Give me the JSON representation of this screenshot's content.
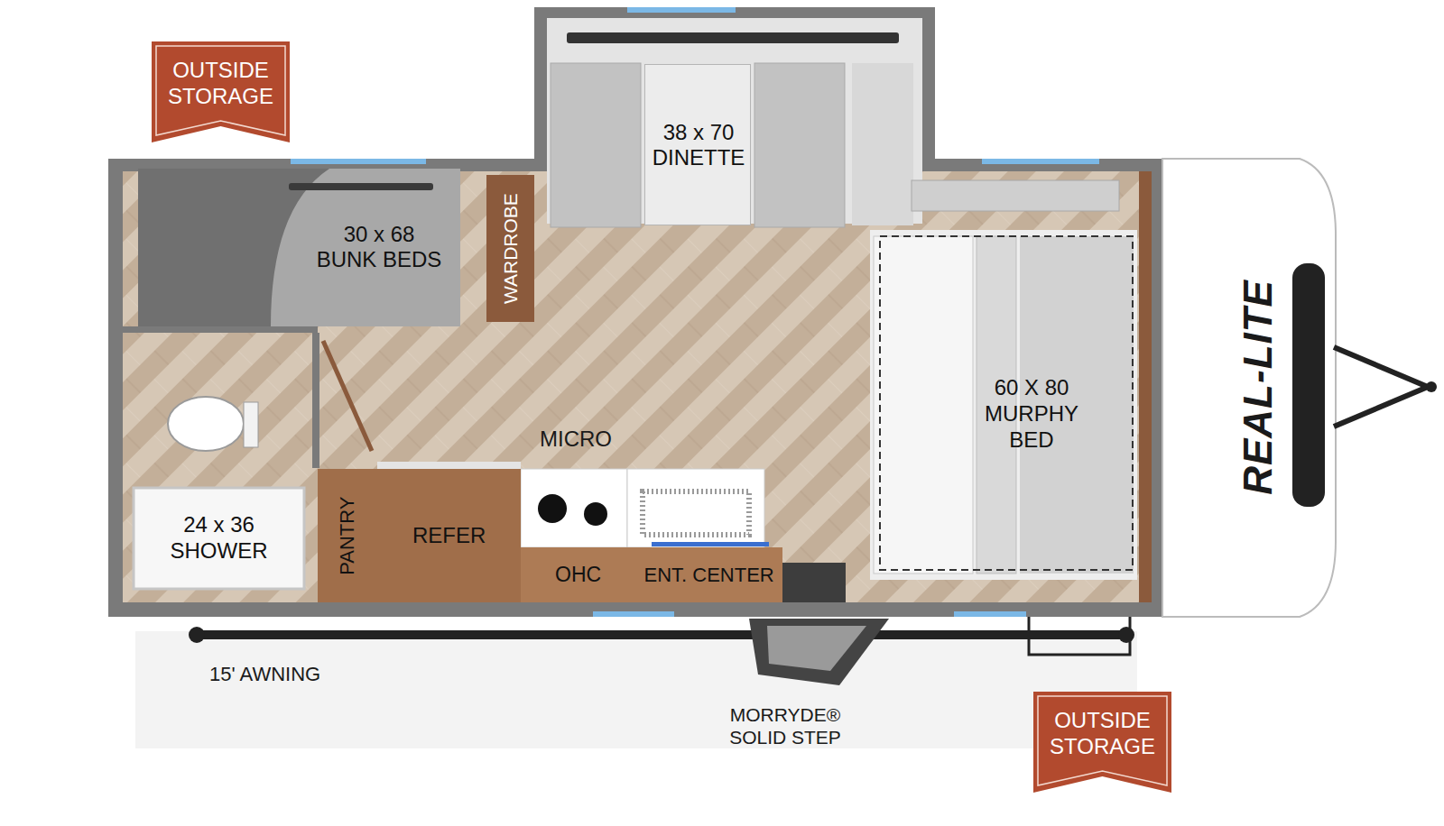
{
  "diagram": {
    "nodes": [
      {
        "text": [
          "OUTSIDE STORAGE"
        ]
      },
      {
        "text": [
          "38 x 70 DINETTE"
        ]
      },
      {
        "text": [
          "30 x 68 BUNK BEDS"
        ]
      },
      {
        "text": [
          "WARDROBE"
        ]
      },
      {
        "text": [
          "60 X 80 MURPHY BED"
        ]
      },
      {
        "text": [
          "24 x 36 SHOWER"
        ]
      },
      {
        "text": [
          "PANTRY"
        ]
      },
      {
        "text": [
          "REFER"
        ]
      },
      {
        "text": [
          "OHC"
        ]
      },
      {
        "text": [
          "ENT. CENTER"
        ]
      },
      {
        "text": [
          "OUTSIDE STORAGE"
        ]
      }
    ],
    "labels": [
      "MICRO",
      "15' AWNING",
      "MORRYDE® SOLID STEP",
      "REAL-LITE"
    ]
  }
}
